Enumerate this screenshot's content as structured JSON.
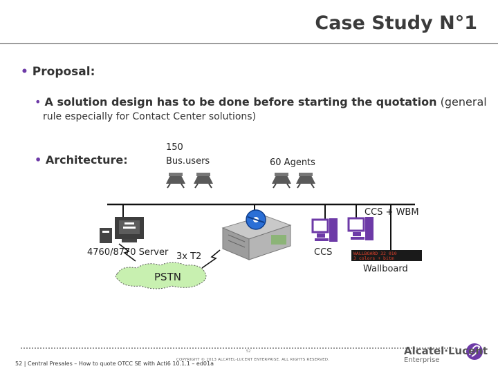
{
  "title": "Case Study N°1",
  "bullets": {
    "proposal": "Proposal:",
    "solution_bold": "A solution design has to be done before starting the quotation",
    "solution_note": "(general",
    "solution_line2": "rule especially for Contact Center solutions)",
    "architecture": "Architecture:"
  },
  "diagram": {
    "users_count": "150",
    "users_label": "Bus.users",
    "agents_label": "60 Agents",
    "ccs_wbm_label": "CCS + WBM",
    "server_label": "4760/8770 Server",
    "t2_label": "3x T2",
    "pstn_label": "PSTN",
    "ccs_label": "CCS",
    "wallboard_label": "Wallboard",
    "wallboard_text_line1": "WALLBOARD 32 010",
    "wallboard_text_line2": "3 colors + bitm"
  },
  "footer": {
    "text": "52 | Central Presales – How to quote OTCC SE with Acti6 10.1.1 – ed01a",
    "copyright": "COPYRIGHT © 2013 ALCATEL-LUCENT ENTERPRISE. ALL RIGHTS RESERVED.",
    "page_number": "52",
    "logo_text": "Alcatel·Lucent",
    "logo_sub": "Enterprise"
  },
  "colors": {
    "accent": "#6d3aa7",
    "pstn_fill": "#c8f0b0",
    "wallboard_bg": "#1a1a1a",
    "wallboard_red": "#e0402a"
  }
}
